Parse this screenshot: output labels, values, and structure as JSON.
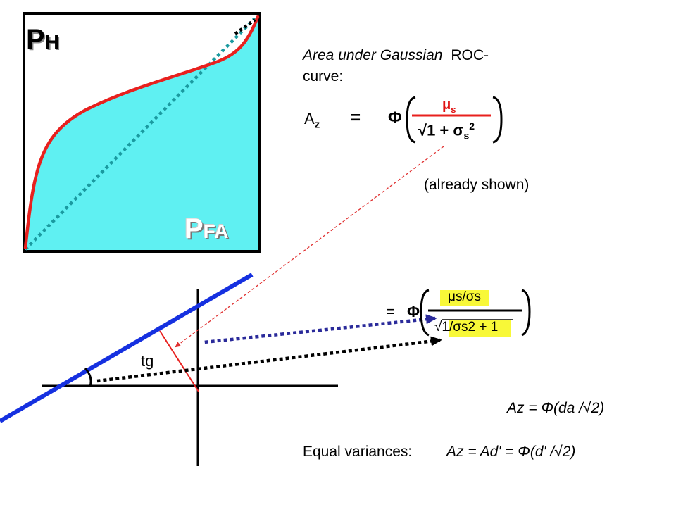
{
  "colors": {
    "roc_fill": "#5ff0f2",
    "roc_curve": "#e8201e",
    "chance_line": "#1a9aa0",
    "blue_line": "#1530e0",
    "arrow_dark_blue": "#2a2a9a",
    "leader_red": "#e03030",
    "mu_red": "#e01010",
    "highlight": "#f8f838"
  },
  "roc_plot": {
    "y_axis_label_main": "P",
    "y_axis_label_sub": "H",
    "x_axis_label_main": "P",
    "x_axis_label_sub": "FA"
  },
  "area_text": {
    "title_italic": "Area under Gaussian",
    "title_rest": "ROC-",
    "title_line2": "curve:"
  },
  "formula1": {
    "lhs_main": "A",
    "lhs_sub": "z",
    "equals": "=",
    "phi": "Φ",
    "numerator_main": "μ",
    "numerator_sub": "s",
    "denominator_text": "√1 + σ",
    "denominator_sub": "s",
    "denominator_sup": "2"
  },
  "already_shown": "(already shown)",
  "formula2": {
    "equals": "=",
    "phi": "Φ",
    "numerator": "μs/σs",
    "denominator": "√1/σs2 + 1"
  },
  "tg_label": "tg",
  "formula3": {
    "text": "Az = Φ(da /√2)"
  },
  "formula4": {
    "label": "Equal variances:",
    "text": "Az = Ad' = Φ(d' /√2)"
  }
}
